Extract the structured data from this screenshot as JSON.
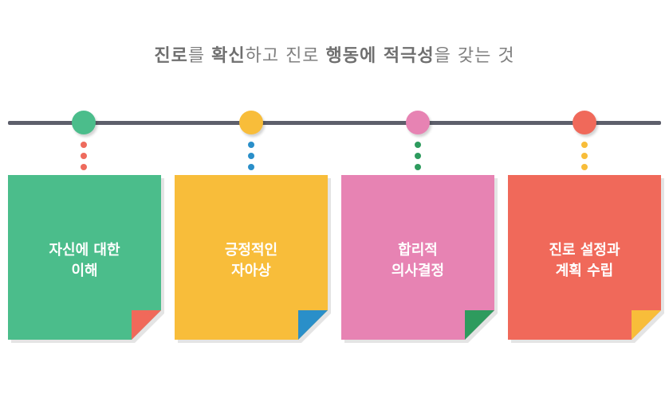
{
  "title": {
    "parts": [
      {
        "text": "진로",
        "bold": true
      },
      {
        "text": "를 ",
        "bold": false
      },
      {
        "text": "확신",
        "bold": true
      },
      {
        "text": "하고 진로 ",
        "bold": false
      },
      {
        "text": "행동에 적극성",
        "bold": true
      },
      {
        "text": "을 갖는 것",
        "bold": false
      }
    ]
  },
  "colors": {
    "green": "#4bbd8b",
    "yellow": "#f8bd3a",
    "pink": "#e783b3",
    "red": "#f0695a",
    "blue": "#2a8fc9",
    "dark_green": "#2e9b5e",
    "line": "#5d5f6b"
  },
  "steps": [
    {
      "line1": "자신에 대한",
      "line2": "이해",
      "node_color": "#4bbd8b",
      "dot_color": "#ee6b5d",
      "card_color": "#4bbd8b",
      "fold_color": "#f0695a"
    },
    {
      "line1": "긍정적인",
      "line2": "자아상",
      "node_color": "#f8bd3a",
      "dot_color": "#2a8fc9",
      "card_color": "#f8bd3a",
      "fold_color": "#2a8fc9"
    },
    {
      "line1": "합리적",
      "line2": "의사결정",
      "node_color": "#e783b3",
      "dot_color": "#2e9b5e",
      "card_color": "#e783b3",
      "fold_color": "#2e9b5e"
    },
    {
      "line1": "진로 설정과",
      "line2": "계획 수립",
      "node_color": "#f0695a",
      "dot_color": "#f8bd3a",
      "card_color": "#f0695a",
      "fold_color": "#f8bd3a"
    }
  ]
}
